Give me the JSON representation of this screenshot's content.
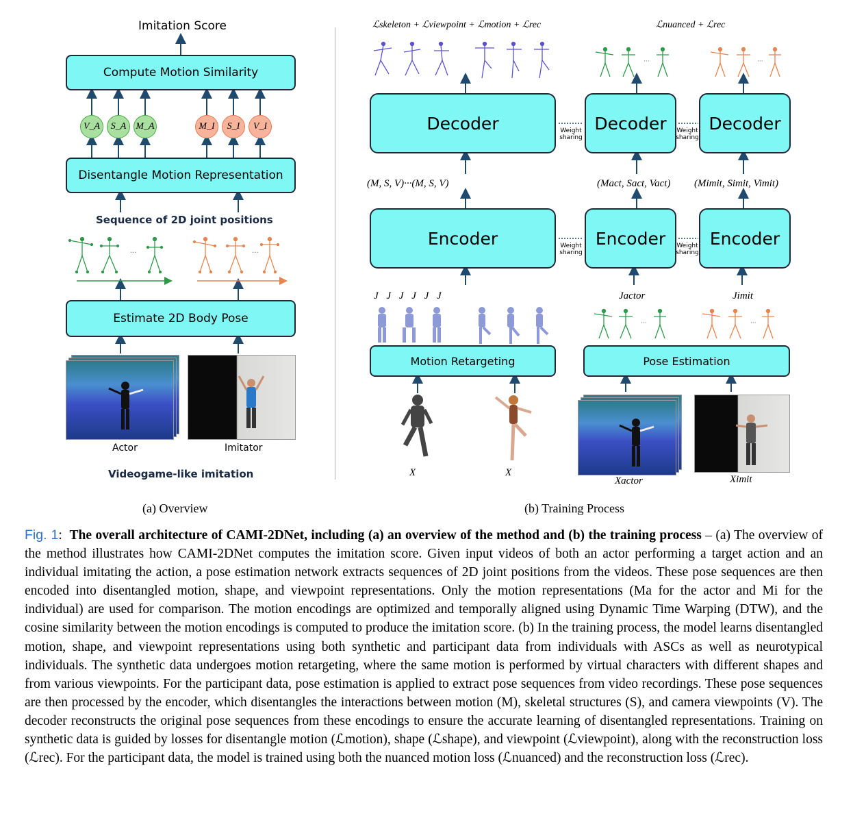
{
  "overview": {
    "imitation_score": "Imitation Score",
    "compute_similarity": "Compute Motion Similarity",
    "disentangle": "Disentangle Motion Representation",
    "sequence_label": "Sequence of 2D joint positions",
    "estimate_pose": "Estimate 2D Body Pose",
    "actor_label": "Actor",
    "imitator_label": "Imitator",
    "videogame_label": "Videogame-like imitation",
    "circles_actor": [
      "V_A",
      "S_A",
      "M_A"
    ],
    "circles_imitator": [
      "M_I",
      "S_I",
      "V_I"
    ],
    "subcaption": "(a) Overview"
  },
  "training": {
    "loss_left": "ℒskeleton + ℒviewpoint + ℒmotion + ℒrec",
    "loss_right": "ℒnuanced + ℒrec",
    "decoder": "Decoder",
    "encoder": "Encoder",
    "weight_sharing": "Weight sharing",
    "latent_synthetic": "(M, S, V)···(M, S, V)",
    "latent_actor": "(Mact, Sact, Vact)",
    "latent_imit": "(Mimit, Simit, Vimit)",
    "j_synthetic": "J J J      J J J",
    "j_actor": "Jactor",
    "j_imit": "Jimit",
    "motion_retargeting": "Motion Retargeting",
    "pose_estimation": "Pose Estimation",
    "x_s1v1": "X",
    "x_s2v1": "X",
    "x_actor": "Xactor",
    "x_imit": "Ximit",
    "subcaption": "(b) Training Process"
  },
  "caption": {
    "fig_label": "Fig. 1",
    "title": "The overall architecture of CAMI-2DNet, including (a) an overview of the method and (b) the training process",
    "body": "– (a) The overview of the method illustrates how CAMI-2DNet computes the imitation score. Given input videos of both an actor performing a target action and an individual imitating the action, a pose estimation network extracts sequences of 2D joint positions from the videos. These pose sequences are then encoded into disentangled motion, shape, and viewpoint representations. Only the motion representations (Ma for the actor and Mi for the individual) are used for comparison. The motion encodings are optimized and temporally aligned using Dynamic Time Warping (DTW), and the cosine similarity between the motion encodings is computed to produce the imitation score. (b) In the training process, the model learns disentangled motion, shape, and viewpoint representations using both synthetic and participant data from individuals with ASCs as well as neurotypical individuals. The synthetic data undergoes motion retargeting, where the same motion is performed by virtual characters with different shapes and from various viewpoints. For the participant data, pose estimation is applied to extract pose sequences from video recordings. These pose sequences are then processed by the encoder, which disentangles the interactions between motion (M), skeletal structures (S), and camera viewpoints (V). The decoder reconstructs the original pose sequences from these encodings to ensure the accurate learning of disentangled representations. Training on synthetic data is guided by losses for disentangle motion (ℒmotion), shape (ℒshape), and viewpoint (ℒviewpoint), along with the reconstruction loss (ℒrec). For the participant data, the model is trained using both the nuanced motion loss (ℒnuanced) and the reconstruction loss (ℒrec)."
  },
  "colors": {
    "box_fill": "#7ff7f4",
    "green": "#2e9a4a",
    "orange": "#e8844e",
    "fig_blue": "#2d6fd0"
  }
}
